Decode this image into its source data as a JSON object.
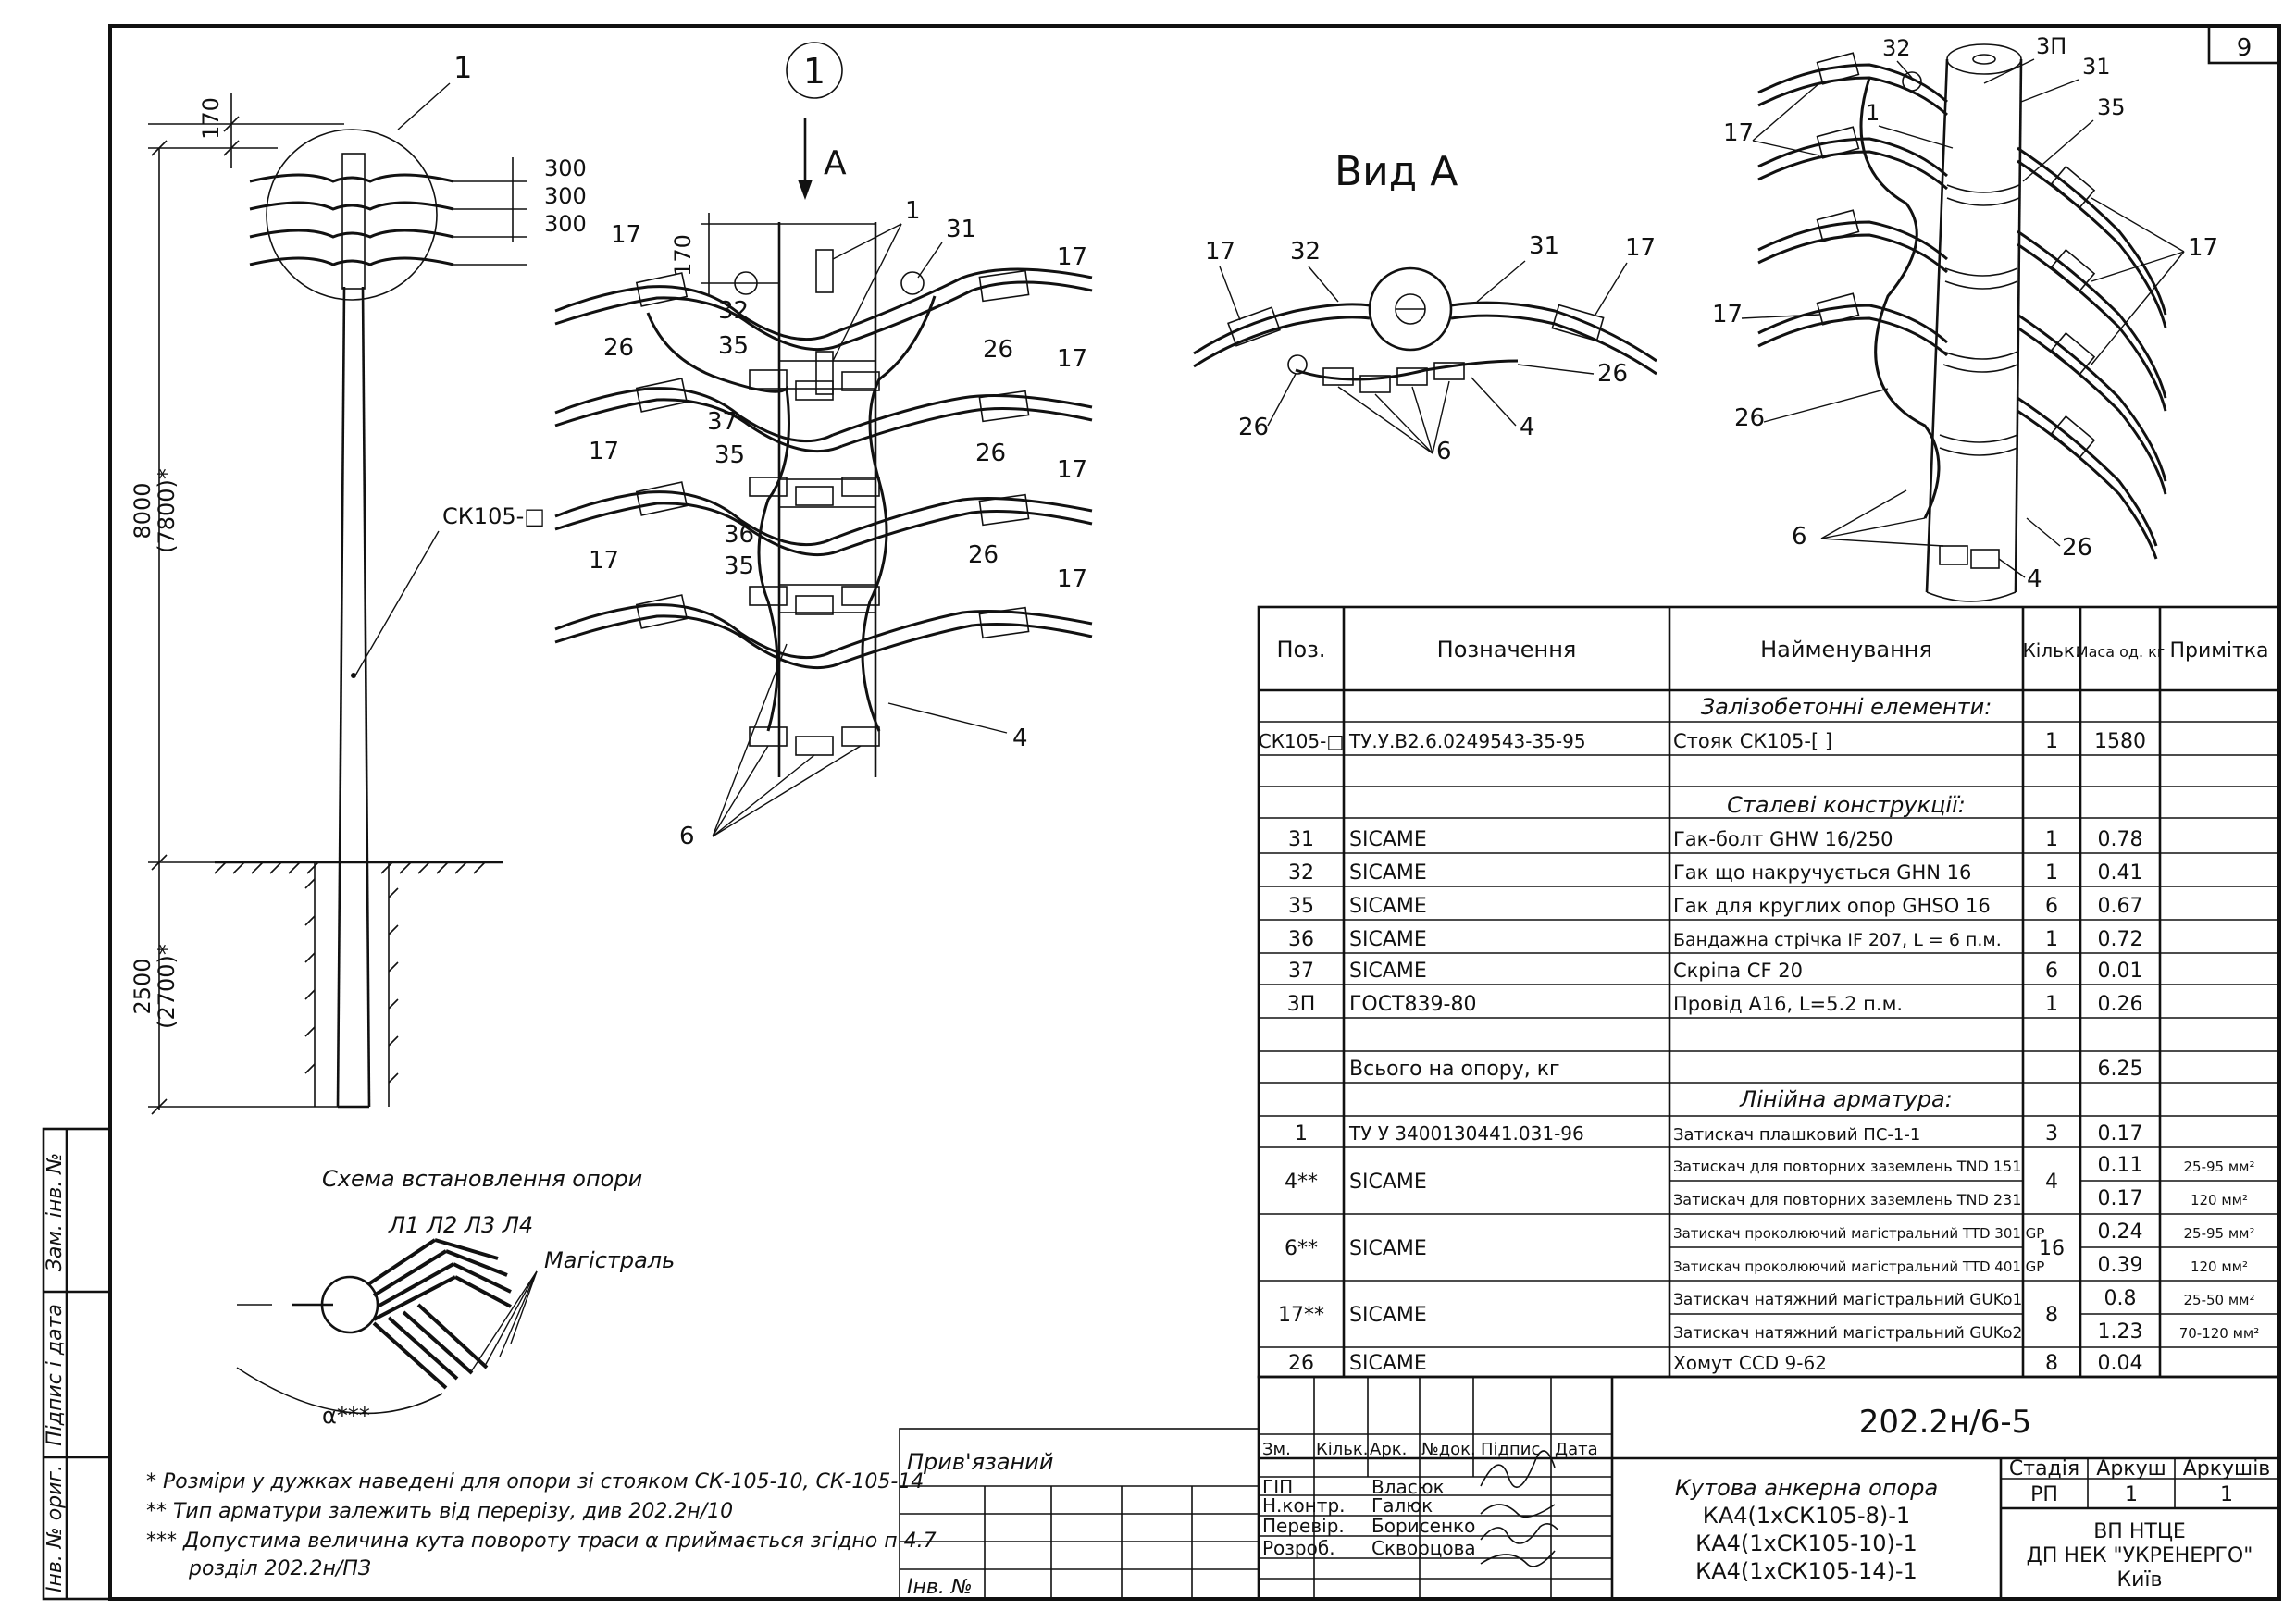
{
  "sheet_number": "9",
  "pole_view": {
    "callout": "1",
    "dims": {
      "top": "170",
      "s1": "300",
      "s2": "300",
      "s3": "300",
      "height": "8000",
      "height_alt": "(7800)*",
      "depth": "2500",
      "depth_alt": "(2700)*"
    },
    "pole_label": "СК105-□"
  },
  "detail_view": {
    "callout": "1",
    "arrow_label": "А",
    "dim_170": "170",
    "labels": {
      "p1": "1",
      "p31": "31",
      "p32": "32",
      "p35a": "35",
      "p35b": "35",
      "p35c": "35",
      "p36": "36",
      "p37": "37",
      "p26a": "26",
      "p26b": "26",
      "p26c": "26",
      "p26d": "26",
      "p17a": "17",
      "p17b": "17",
      "p17c": "17",
      "p17d": "17",
      "p17e": "17",
      "p17f": "17",
      "p17g": "17",
      "p4": "4",
      "p6": "6"
    }
  },
  "view_a": {
    "title": "Вид А",
    "labels": {
      "l17a": "17",
      "l32": "32",
      "l31": "31",
      "l17b": "17",
      "l26a": "26",
      "l26b": "26",
      "l6": "6",
      "l4": "4"
    }
  },
  "iso_view": {
    "labels": {
      "i32": "32",
      "i3p": "3П",
      "i31": "31",
      "i35": "35",
      "i1": "1",
      "i17a": "17",
      "i17b": "17",
      "i17c": "17",
      "i26": "26",
      "i6": "6",
      "i4": "4",
      "i26b": "26"
    }
  },
  "scheme": {
    "title": "Схема встановлення опори",
    "lines_label": "Л1 Л2 Л3 Л4",
    "main_label": "Магістраль",
    "angle_label": "α***"
  },
  "spec": {
    "headers": {
      "pos": "Поз.",
      "designation": "Позначення",
      "name": "Найменування",
      "qty": "Кільк.",
      "mass": "Маса од. кг",
      "note": "Примітка"
    },
    "sections": {
      "rc": "Залізобетонні елементи:",
      "steel": "Сталеві конструкції:",
      "linear": "Лінійна арматура:"
    },
    "pole_row": {
      "pos": "СК105-□",
      "designation": "ТУ.У.В2.6.0249543-35-95",
      "name": "Стояк СК105-[        ]",
      "qty": "1",
      "mass": "1580"
    },
    "steel_rows": [
      {
        "pos": "31",
        "designation": "SICAME",
        "name": "Гак-болт GHW 16/250",
        "qty": "1",
        "mass": "0.78"
      },
      {
        "pos": "32",
        "designation": "SICAME",
        "name": "Гак що накручується GHN 16",
        "qty": "1",
        "mass": "0.41"
      },
      {
        "pos": "35",
        "designation": "SICAME",
        "name": "Гак для круглих опор GHSO 16",
        "qty": "6",
        "mass": "0.67"
      },
      {
        "pos": "36",
        "designation": "SICAME",
        "name": "Бандажна стрічка IF 207, L = 6 п.м.",
        "qty": "1",
        "mass": "0.72"
      },
      {
        "pos": "37",
        "designation": "SICAME",
        "name": "Скріпа CF 20",
        "qty": "6",
        "mass": "0.01"
      },
      {
        "pos": "3П",
        "designation": "ГОСТ839-80",
        "name": "Провід А16, L=5.2 п.м.",
        "qty": "1",
        "mass": "0.26"
      }
    ],
    "total_row": {
      "designation": "Всього на опору, кг",
      "mass": "6.25"
    },
    "row1": {
      "pos": "1",
      "designation": "ТУ У 3400130441.031-96",
      "name": "Затискач плашковий ПС-1-1",
      "qty": "3",
      "mass": "0.17"
    },
    "row4": {
      "pos": "4**",
      "designation": "SICAME",
      "qty": "4",
      "name_a": "Затискач для повторних заземлень TND 151",
      "mass_a": "0.11",
      "note_a": "25-95 мм²",
      "name_b": "Затискач для повторних заземлень TND 231",
      "mass_b": "0.17",
      "note_b": "120 мм²"
    },
    "row6": {
      "pos": "6**",
      "designation": "SICAME",
      "qty": "16",
      "name_a": "Затискач проколюючий магістральний TTD 301 GP",
      "mass_a": "0.24",
      "note_a": "25-95 мм²",
      "name_b": "Затискач проколюючий магістральний TTD 401 GP",
      "mass_b": "0.39",
      "note_b": "120 мм²"
    },
    "row17": {
      "pos": "17**",
      "designation": "SICAME",
      "qty": "8",
      "name_a": "Затискач натяжний магістральний GUKo1",
      "mass_a": "0.8",
      "note_a": "25-50 мм²",
      "name_b": "Затискач натяжний магістральний GUKo2",
      "mass_b": "1.23",
      "note_b": "70-120 мм²"
    },
    "row26": {
      "pos": "26",
      "designation": "SICAME",
      "name": "Хомут CCD 9-62",
      "qty": "8",
      "mass": "0.04"
    }
  },
  "notes": [
    "* Розміри у дужках наведені для опори зі стояком СК-105-10, СК-105-14",
    "** Тип арматури залежить від перерізу, див 202.2н/10",
    "*** Допустима величина кута повороту траси α приймається згідно п 4.7",
    "розділ 202.2н/ПЗ"
  ],
  "left_margin": {
    "a": "Зам. інв. №",
    "b": "Підпис і дата",
    "c": "Інв. № ориг."
  },
  "linked": {
    "title": "Прив'язаний",
    "inv": "Інв. №"
  },
  "title_block": {
    "doc_code": "202.2н/6-5",
    "cols": {
      "zm": "Зм.",
      "kilk": "Кільк.",
      "ark": "Арк.",
      "ndok": "№док.",
      "pidpys": "Підпис",
      "data": "Дата"
    },
    "staff": [
      {
        "role": "ГІП",
        "name": "Власюк"
      },
      {
        "role": "Н.контр.",
        "name": "Галюк"
      },
      {
        "role": "Перевір.",
        "name": "Борисенко"
      },
      {
        "role": "Розроб.",
        "name": "Скворцова"
      }
    ],
    "title_lines": [
      "Кутова анкерна опора",
      "КА4(1хСК105-8)-1",
      "КА4(1хСК105-10)-1",
      "КА4(1хСК105-14)-1"
    ],
    "stage_h": "Стадія",
    "sheet_h": "Аркуш",
    "sheets_h": "Аркушів",
    "stage": "РП",
    "sheet": "1",
    "sheets": "1",
    "org": [
      "ВП НТЦЕ",
      "ДП НЕК \"УКРЕНЕРГО\"",
      "Київ"
    ]
  }
}
